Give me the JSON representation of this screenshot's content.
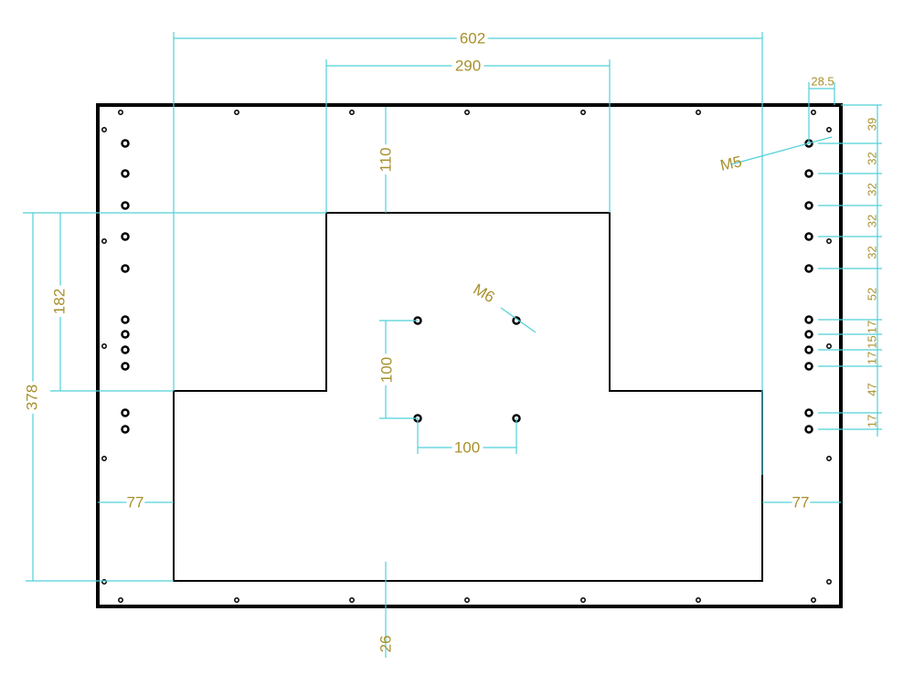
{
  "colors": {
    "dimension_line": "#4fd0d8",
    "dimension_text": "#a8902c",
    "outline": "#000000"
  },
  "dimensions": {
    "overall_cutout_width": "602",
    "top_cutout_width": "290",
    "top_offset": "110",
    "step_height": "182",
    "cutout_height": "378",
    "vesa_vertical": "100",
    "vesa_horizontal": "100",
    "left_margin": "77",
    "right_margin": "77",
    "bottom_margin": "26",
    "edge_hole_offset": "28.5"
  },
  "threads": {
    "side_holes": "M5",
    "vesa_holes": "M6"
  },
  "right_chain": [
    "39",
    "32",
    "32",
    "32",
    "32",
    "52",
    "17",
    "15",
    "17",
    "47",
    "17"
  ]
}
